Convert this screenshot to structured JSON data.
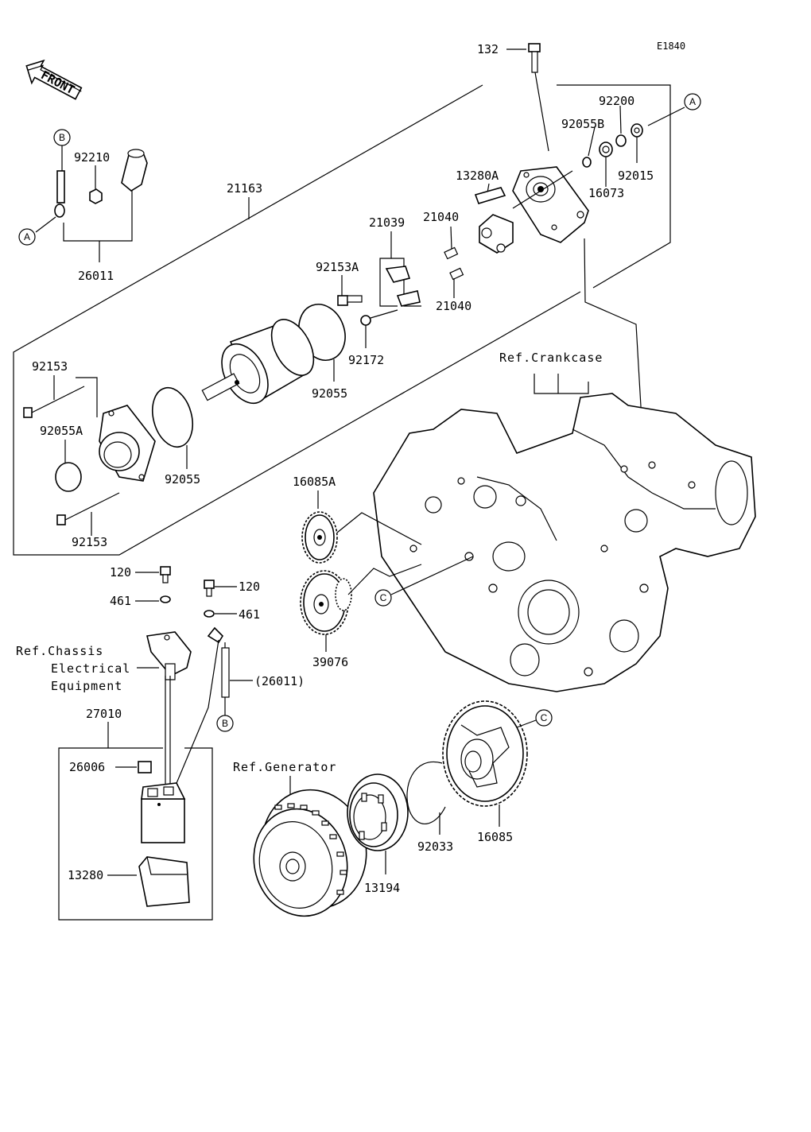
{
  "diagram_code": "E1840",
  "front_label": "FRONT",
  "callouts": {
    "a": "A",
    "b": "B",
    "c": "C"
  },
  "refs": {
    "crankcase": "Ref.Crankcase",
    "chassis_1": "Ref.Chassis",
    "chassis_2": "Electrical",
    "chassis_3": "Equipment",
    "generator": "Ref.Generator"
  },
  "parts": {
    "p132": "132",
    "p92200": "92200",
    "p92055B": "92055B",
    "p92015": "92015",
    "p16073": "16073",
    "p13280A": "13280A",
    "p21163": "21163",
    "p21039": "21039",
    "p21040_top": "21040",
    "p21040_bot": "21040",
    "p92153A": "92153A",
    "p92172": "92172",
    "p92055_top": "92055",
    "p92055_mid": "92055",
    "p92153_top": "92153",
    "p92153_bot": "92153",
    "p92055A": "92055A",
    "p92210": "92210",
    "p26011": "26011",
    "p16085A": "16085A",
    "p39076": "39076",
    "p120_left": "120",
    "p120_right": "120",
    "p461_left": "461",
    "p461_right": "461",
    "p26011_paren": "(26011)",
    "p27010": "27010",
    "p26006": "26006",
    "p13280": "13280",
    "p16085": "16085",
    "p92033": "92033",
    "p13194": "13194"
  }
}
